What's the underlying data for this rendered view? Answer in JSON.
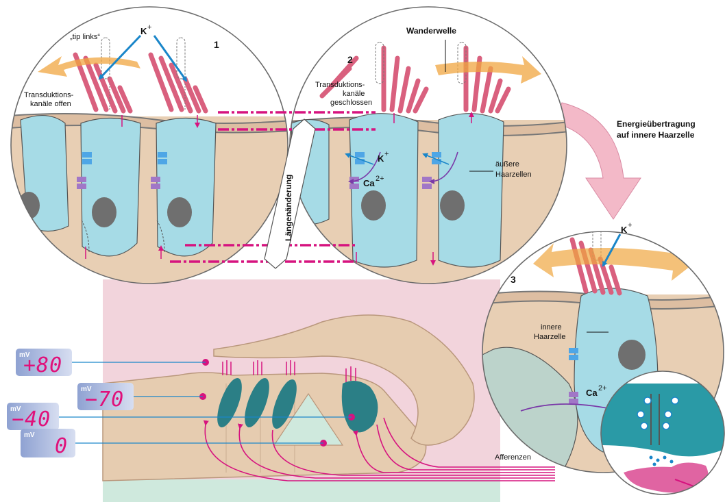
{
  "panels": {
    "p1": {
      "number": "1",
      "label_tip_links": "„tip links“",
      "label_ion": "K",
      "label_ion_sup": "+",
      "label_channels_line1": "Transduktions-",
      "label_channels_line2": "kanäle offen"
    },
    "p2": {
      "number": "2",
      "label_wave": "Wanderwelle",
      "label_channels_line1": "Transduktions-",
      "label_channels_line2": "kanäle",
      "label_channels_line3": "geschlossen",
      "label_k": "K",
      "label_k_sup": "+",
      "label_ca": "Ca",
      "label_ca_sup": "2+",
      "label_cells_line1": "äußere",
      "label_cells_line2": "Haarzellen"
    },
    "p3": {
      "number": "3",
      "label_ion": "K",
      "label_ion_sup": "+",
      "label_ca": "Ca",
      "label_ca_sup": "2+",
      "label_cell_line1": "innere",
      "label_cell_line2": "Haarzelle"
    }
  },
  "length_change": "Längenänderung",
  "energy_transfer": {
    "line1": "Energieübertragung",
    "line2": "auf innere Haarzelle"
  },
  "afferents": "Afferenzen",
  "meters": [
    {
      "unit": "mV",
      "value": "+80"
    },
    {
      "unit": "mV",
      "value": "−70"
    },
    {
      "unit": "mV",
      "value": "−40"
    },
    {
      "unit": "mV",
      "value": "0"
    }
  ],
  "colors": {
    "cell": "#a6dbe6",
    "cell_dark": "#2b7f86",
    "tissue": "#e8cfb4",
    "endolymph": "#f3d3dc",
    "stereocilia": "#d9607e",
    "magenta": "#d6137f",
    "ion_arrow": "#1a86c9",
    "wave_arrow": "#f0a640",
    "channel_blue": "#4ea6e6",
    "channel_purple": "#a177c7",
    "energy_arrow": "#f3b9c8",
    "meter_bg": "#9fb0d8"
  }
}
